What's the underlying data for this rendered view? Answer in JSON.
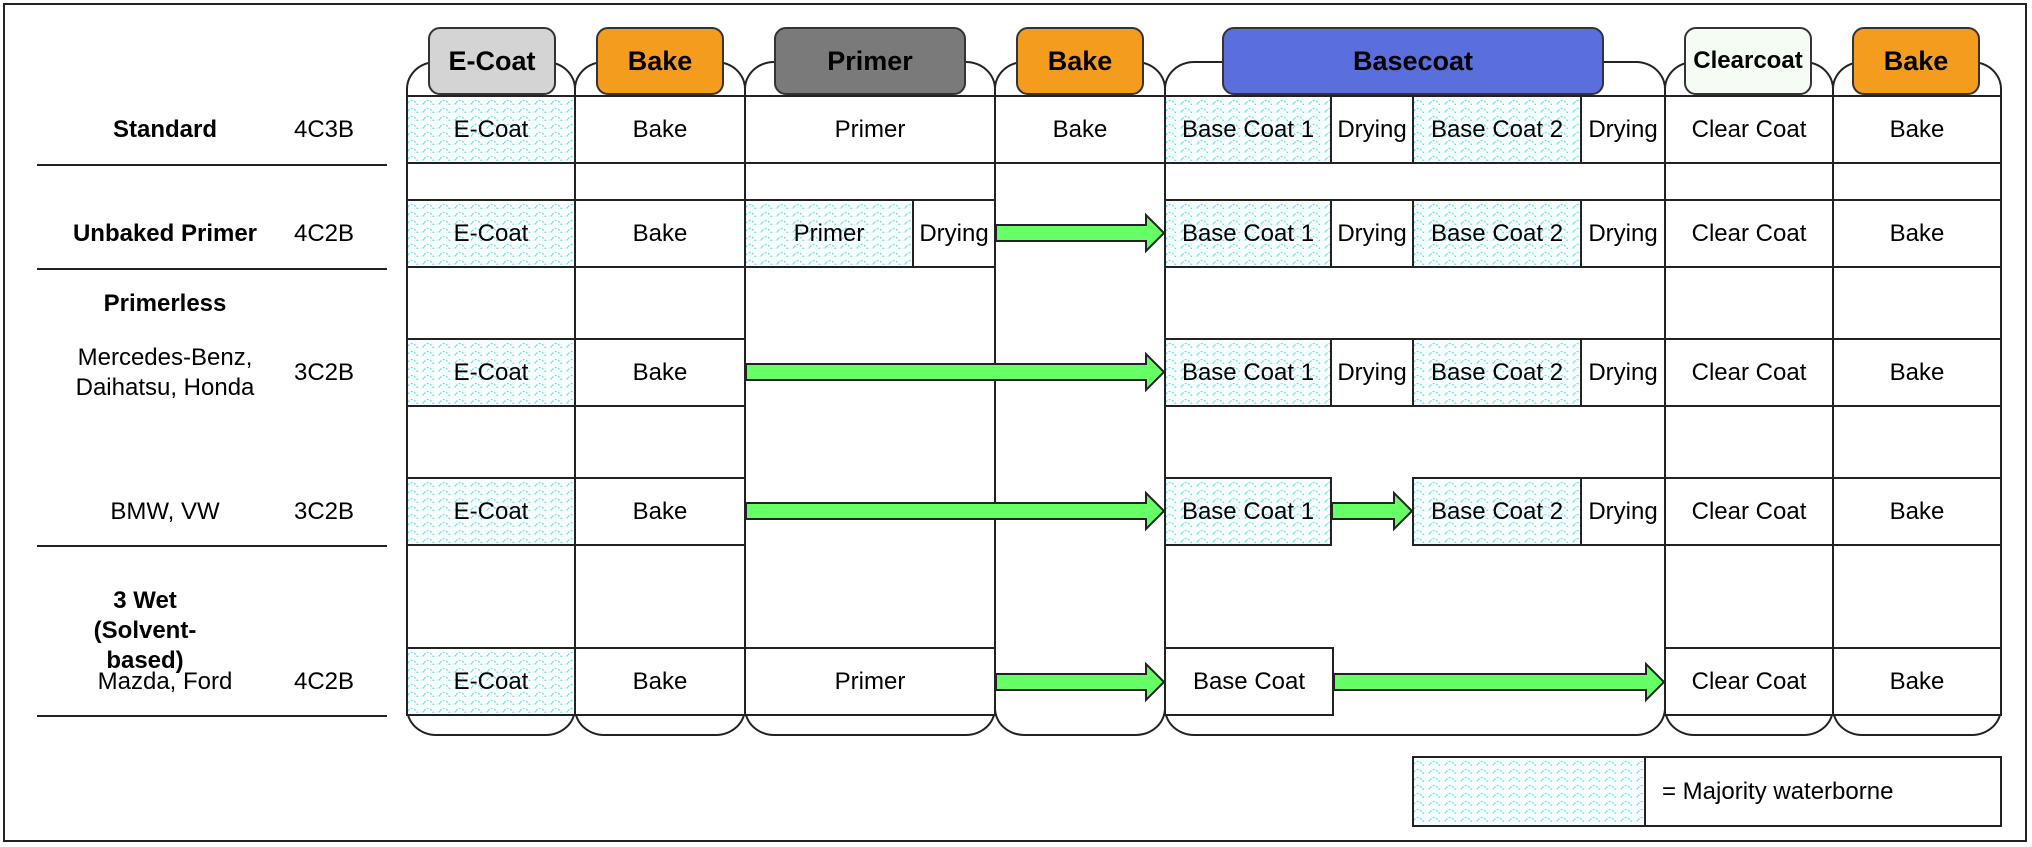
{
  "headers": {
    "ecoat": "E-Coat",
    "bake1": "Bake",
    "primer": "Primer",
    "bake2": "Bake",
    "basecoat": "Basecoat",
    "clearcoat": "Clearcoat",
    "bake3": "Bake"
  },
  "colors": {
    "gray_light": "#d4d4d4",
    "orange": "#f39c1e",
    "gray_dark": "#7a7a7a",
    "blue": "#5a6fdc",
    "green_light": "#f4fcf4",
    "arrow_green": "#66ff66",
    "waterborne_pattern": "#70d8e8"
  },
  "rows": [
    {
      "name": "Standard",
      "code": "4C3B",
      "cells": {
        "ecoat": "E-Coat",
        "bake1": "Bake",
        "primer": "Primer",
        "bake2": "Bake",
        "bc1": "Base Coat 1",
        "dry1": "Drying",
        "bc2": "Base Coat 2",
        "dry2": "Drying",
        "clear": "Clear Coat",
        "bake3": "Bake"
      }
    },
    {
      "name": "Unbaked Primer",
      "code": "4C2B",
      "cells": {
        "ecoat": "E-Coat",
        "bake1": "Bake",
        "primer": "Primer",
        "primer_dry": "Drying",
        "bc1": "Base Coat 1",
        "dry1": "Drying",
        "bc2": "Base Coat 2",
        "dry2": "Drying",
        "clear": "Clear Coat",
        "bake3": "Bake"
      }
    },
    {
      "group": "Primerless",
      "name": "Mercedes-Benz, Daihatsu, Honda",
      "code": "3C2B",
      "cells": {
        "ecoat": "E-Coat",
        "bake1": "Bake",
        "bc1": "Base Coat 1",
        "dry1": "Drying",
        "bc2": "Base Coat 2",
        "dry2": "Drying",
        "clear": "Clear Coat",
        "bake3": "Bake"
      }
    },
    {
      "name": "BMW, VW",
      "code": "3C2B",
      "cells": {
        "ecoat": "E-Coat",
        "bake1": "Bake",
        "bc1": "Base Coat 1",
        "bc2": "Base Coat 2",
        "dry2": "Drying",
        "clear": "Clear Coat",
        "bake3": "Bake"
      }
    },
    {
      "group": "3 Wet (Solvent-based)",
      "name": "Mazda, Ford",
      "code": "4C2B",
      "cells": {
        "ecoat": "E-Coat",
        "bake1": "Bake",
        "primer": "Primer",
        "basecoat": "Base Coat",
        "clear": "Clear Coat",
        "bake3": "Bake"
      }
    }
  ],
  "legend": {
    "text": "= Majority waterborne"
  }
}
